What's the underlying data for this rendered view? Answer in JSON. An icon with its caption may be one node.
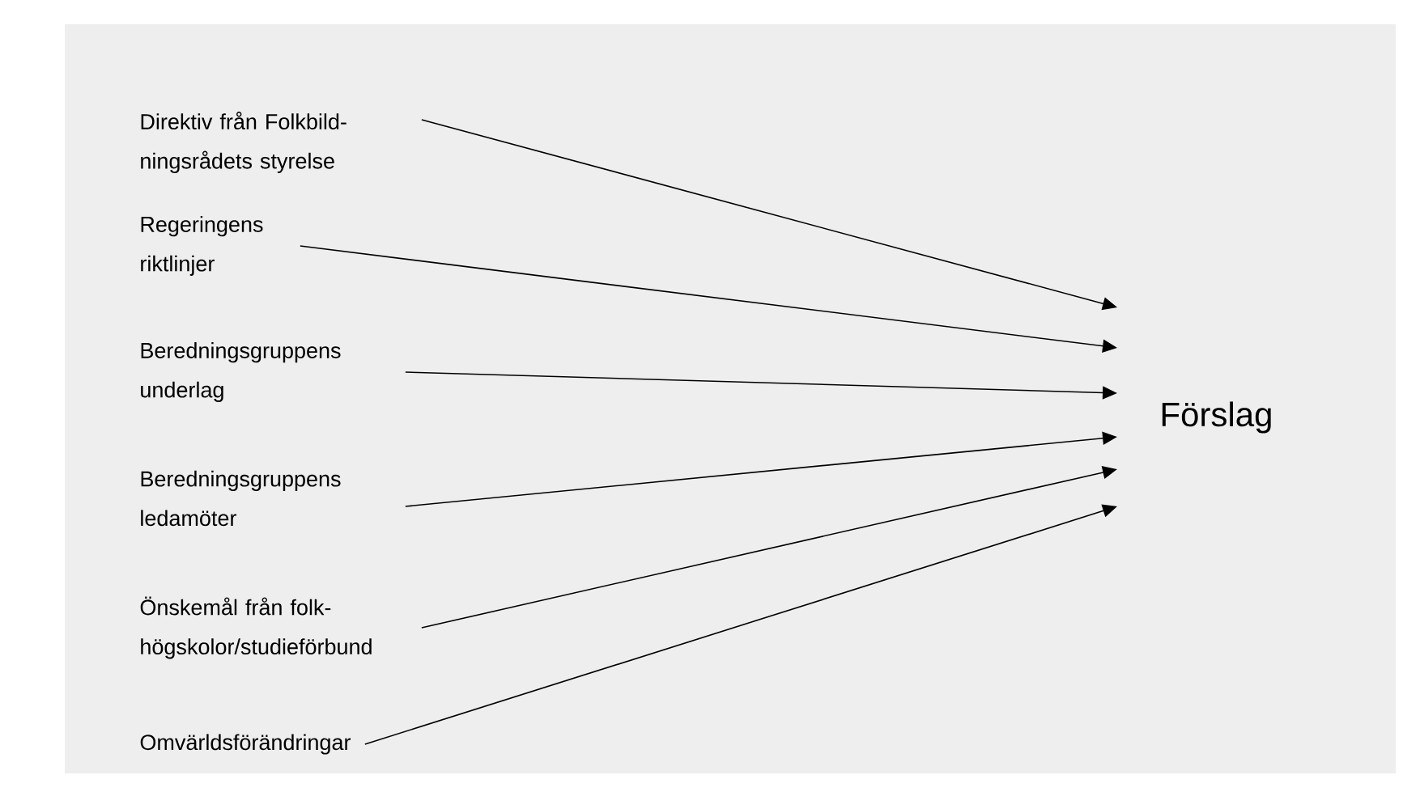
{
  "diagram": {
    "nodes": [
      {
        "text": [
          "Direktiv från Folkbild- ningsrådets styrelse"
        ]
      },
      {
        "text": [
          "Regeringens riktlinjer"
        ]
      },
      {
        "text": [
          "Beredningsgruppens underlag"
        ]
      },
      {
        "text": [
          "Beredningsgruppens ledamöter"
        ]
      },
      {
        "text": [
          "Önskemål från folk- högskolor/studieförbund"
        ]
      },
      {
        "text": [
          "Omvärldsförändringar"
        ]
      },
      {
        "text": [
          "Förslag"
        ]
      }
    ],
    "edges": [
      {
        "from": 0,
        "to": 6,
        "arrow": "to"
      },
      {
        "from": 1,
        "to": 6,
        "arrow": "to"
      },
      {
        "from": 2,
        "to": 6,
        "arrow": "to"
      },
      {
        "from": 3,
        "to": 6,
        "arrow": "to"
      },
      {
        "from": 4,
        "to": 6,
        "arrow": "to"
      },
      {
        "from": 5,
        "to": 6,
        "arrow": "to"
      }
    ]
  }
}
